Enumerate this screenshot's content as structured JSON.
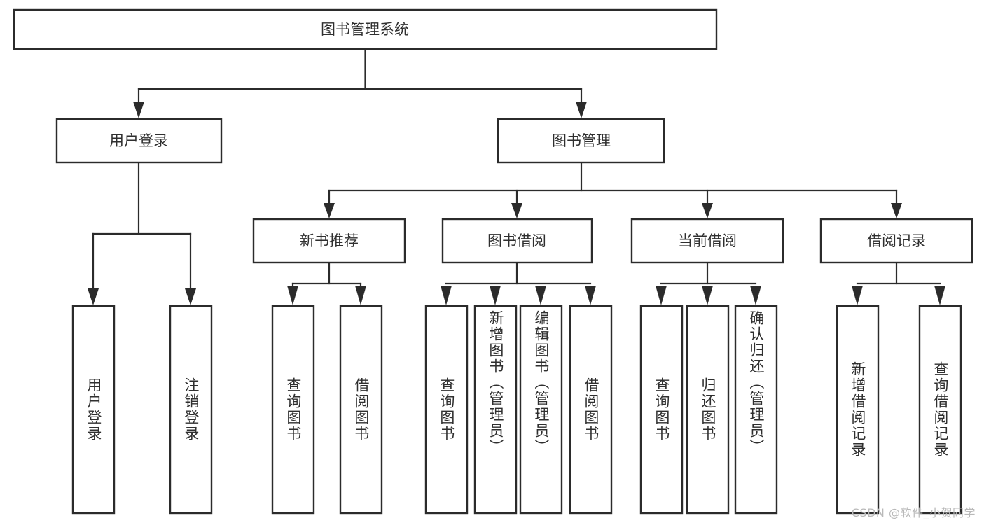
{
  "diagram": {
    "type": "tree-hierarchy",
    "title": "图书管理系统",
    "watermark": "CSDN @软件_小贺同学",
    "colors": {
      "stroke": "#2b2b2b",
      "box_fill": "#ffffff",
      "text": "#2f2f2f",
      "background": "#ffffff",
      "watermark": "#b9b9b9"
    },
    "levels": {
      "level1": {
        "label": "图书管理系统",
        "orientation": "horizontal"
      },
      "level2": [
        {
          "label": "用户登录",
          "orientation": "horizontal"
        },
        {
          "label": "图书管理",
          "orientation": "horizontal"
        }
      ],
      "level3": [
        {
          "label": "新书推荐",
          "orientation": "horizontal",
          "parent": "图书管理"
        },
        {
          "label": "图书借阅",
          "orientation": "horizontal",
          "parent": "图书管理"
        },
        {
          "label": "当前借阅",
          "orientation": "horizontal",
          "parent": "图书管理"
        },
        {
          "label": "借阅记录",
          "orientation": "horizontal",
          "parent": "图书管理"
        }
      ],
      "leaves": [
        {
          "label": "用户登录",
          "orientation": "vertical",
          "parent": "用户登录"
        },
        {
          "label": "注销登录",
          "orientation": "vertical",
          "parent": "用户登录"
        },
        {
          "label": "查询图书",
          "orientation": "vertical",
          "parent": "新书推荐"
        },
        {
          "label": "借阅图书",
          "orientation": "vertical",
          "parent": "新书推荐"
        },
        {
          "label": "查询图书",
          "orientation": "vertical",
          "parent": "图书借阅"
        },
        {
          "label": "新增图书（管理员）",
          "orientation": "vertical",
          "parent": "图书借阅"
        },
        {
          "label": "编辑图书（管理员）",
          "orientation": "vertical",
          "parent": "图书借阅"
        },
        {
          "label": "借阅图书",
          "orientation": "vertical",
          "parent": "图书借阅"
        },
        {
          "label": "查询图书",
          "orientation": "vertical",
          "parent": "当前借阅"
        },
        {
          "label": "归还图书",
          "orientation": "vertical",
          "parent": "当前借阅"
        },
        {
          "label": "确认归还（管理员）",
          "orientation": "vertical",
          "parent": "当前借阅"
        },
        {
          "label": "新增借阅记录",
          "orientation": "vertical",
          "parent": "借阅记录"
        },
        {
          "label": "查询借阅记录",
          "orientation": "vertical",
          "parent": "借阅记录"
        }
      ]
    }
  }
}
